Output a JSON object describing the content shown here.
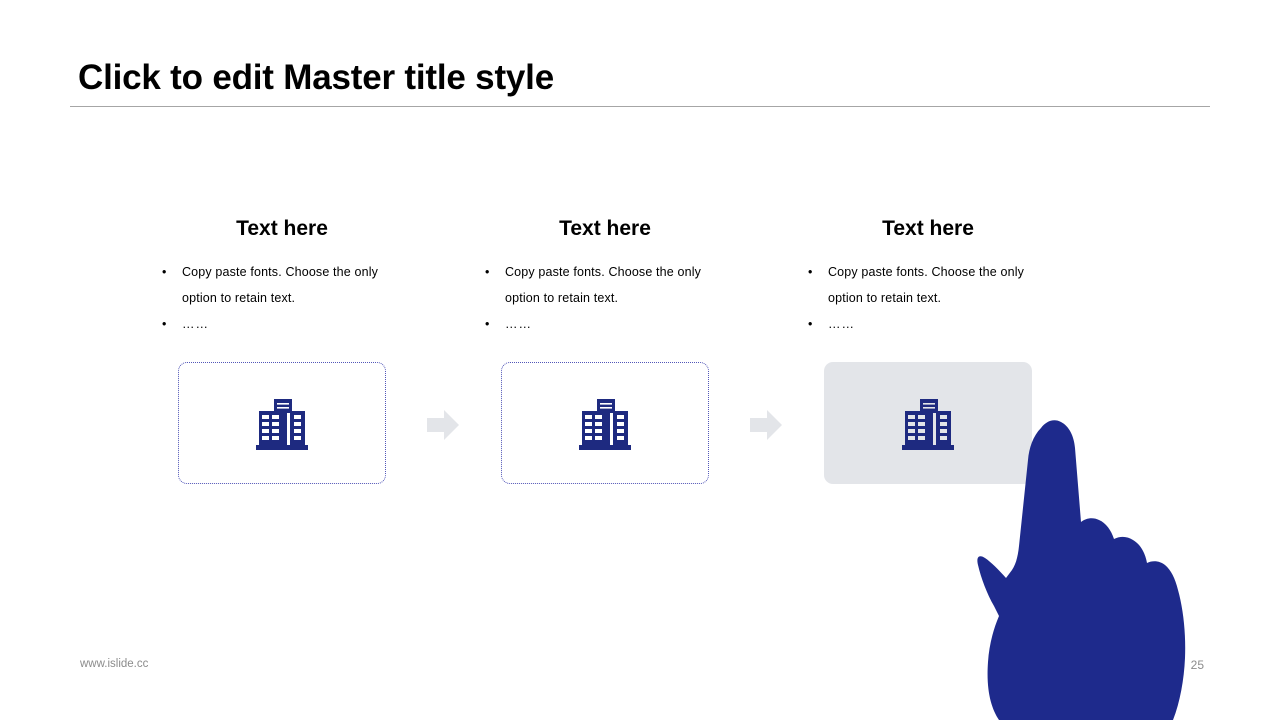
{
  "slide": {
    "title": "Click to edit Master title style",
    "page_number": "25",
    "footer_url": "www.islide.cc"
  },
  "theme": {
    "icon_navy": "#1e2a80",
    "dotted_border": "#5257b8",
    "filled_box_bg": "#e3e5e9",
    "arrow_gray": "#e3e5e9",
    "rule_gray": "#a6a6a6",
    "footer_gray": "#8c8c8c",
    "hand_navy": "#1e2a8c"
  },
  "columns": [
    {
      "heading": "Text here",
      "bullet_marker": "•",
      "bullets": [
        "Copy paste fonts. Choose the only option to retain text.",
        "……"
      ],
      "icon": "building-icon",
      "box_style": "outlined"
    },
    {
      "heading": "Text here",
      "bullet_marker": "•",
      "bullets": [
        "Copy paste fonts. Choose the only option to retain text.",
        "……"
      ],
      "icon": "building-icon",
      "box_style": "outlined"
    },
    {
      "heading": "Text here",
      "bullet_marker": "•",
      "bullets": [
        "Copy paste fonts. Choose the only option to retain text.",
        "……"
      ],
      "icon": "building-icon",
      "box_style": "filled"
    }
  ],
  "arrows": [
    {
      "name": "flow-arrow-right"
    },
    {
      "name": "flow-arrow-right"
    }
  ],
  "cursor": {
    "name": "pointing-hand-cursor"
  }
}
